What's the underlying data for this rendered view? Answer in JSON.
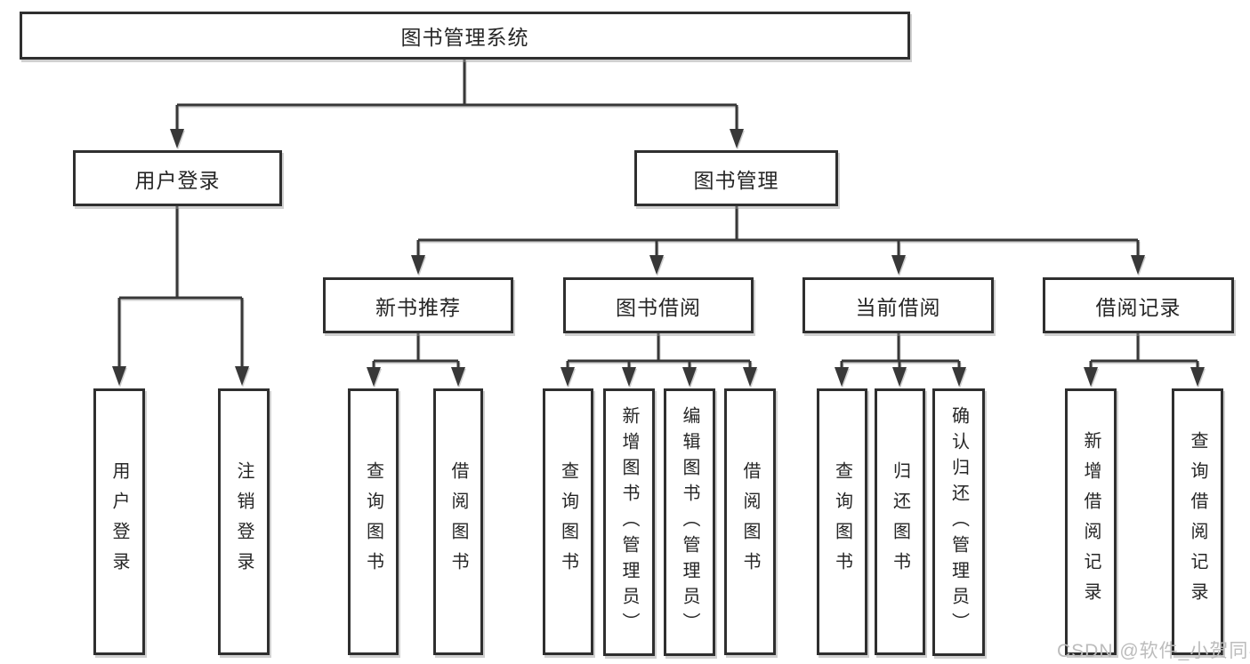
{
  "tree": {
    "label": "图书管理系统",
    "children": [
      {
        "label": "用户登录",
        "children": [
          {
            "label": "用户登录"
          },
          {
            "label": "注销登录"
          }
        ]
      },
      {
        "label": "图书管理",
        "children": [
          {
            "label": "新书推荐",
            "children": [
              {
                "label": "查询图书"
              },
              {
                "label": "借阅图书"
              }
            ]
          },
          {
            "label": "图书借阅",
            "children": [
              {
                "label": "查询图书"
              },
              {
                "label": "新增图书（管理员）"
              },
              {
                "label": "编辑图书（管理员）"
              },
              {
                "label": "借阅图书"
              }
            ]
          },
          {
            "label": "当前借阅",
            "children": [
              {
                "label": "查询图书"
              },
              {
                "label": "归还图书"
              },
              {
                "label": "确认归还（管理员）"
              }
            ]
          },
          {
            "label": "借阅记录",
            "children": [
              {
                "label": "新增借阅记录"
              },
              {
                "label": "查询借阅记录"
              }
            ]
          }
        ]
      }
    ]
  },
  "watermark": {
    "text": "CSDN @软件_小贺同学"
  },
  "colors": {
    "line": "#383838",
    "border": "#2f2f2f",
    "text": "#262626",
    "background": "#ffffff",
    "watermark": "#bcbcbc"
  }
}
